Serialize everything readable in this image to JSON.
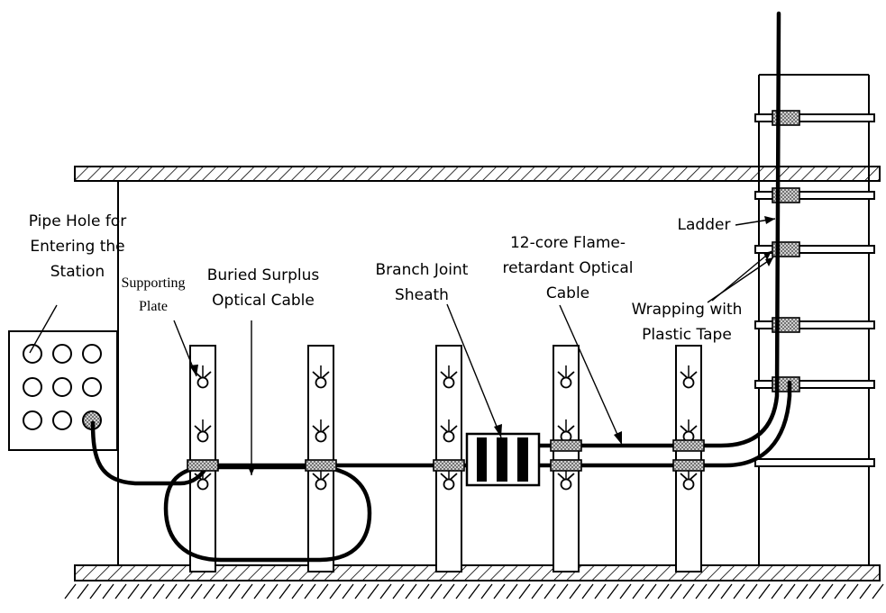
{
  "labels": {
    "pipe_hole": "Pipe Hole for\nEntering the\nStation",
    "supporting_plate": "Supporting\nPlate",
    "buried_surplus": "Buried Surplus\nOptical Cable",
    "branch_joint": "Branch Joint\nSheath",
    "flame_cable": "12-core Flame-\nretardant Optical\nCable",
    "ladder": "Ladder",
    "wrapping": "Wrapping with\nPlastic Tape"
  }
}
